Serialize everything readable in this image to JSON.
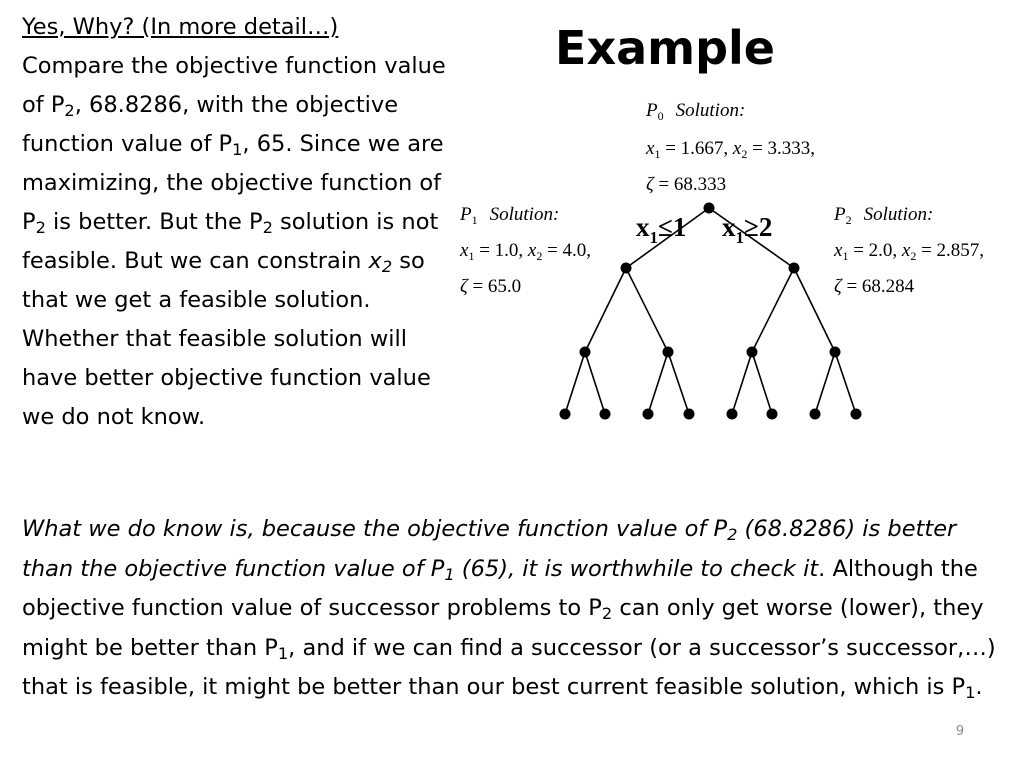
{
  "slide": {
    "title": "Example",
    "page_number": "9",
    "left_text": {
      "heading": "Yes, Why? (In more detail…)",
      "p1": "Compare the objective function value of P",
      "p1_sub": "2",
      "p2": ", 68.8286, with the objective function value of P",
      "p2_sub": "1",
      "p3": ", 65. Since we are maximizing, the objective function of P",
      "p3_sub": "2",
      "p4": " is better. But the P",
      "p4_sub": "2",
      "p5": " solution is not feasible. But we can constrain ",
      "p5_var": "x",
      "p5_var_sub": "2",
      "p6": " so that we get a feasible solution. Whether that  feasible solution will have better objective function value we do not know."
    },
    "bottom_text": {
      "i1": "What we do know is, because the objective function value of P",
      "i1_sub": "2",
      "i2": " (68.8286) is better than the objective function value of P",
      "i2_sub": "1",
      "i3": " (65), it is worthwhile to check it",
      "n1": ". Although the objective function value of successor problems to P",
      "n1_sub": "2",
      "n2": " can only get worse (lower), they might be better than P",
      "n2_sub": "1",
      "n3": ", and if we can find a successor (or a successor’s successor,…) that is feasible, it might be better than our best current feasible solution, which is P",
      "n3_sub": "1",
      "n4": "."
    }
  },
  "tree": {
    "p0": {
      "name": "P",
      "name_sub": "0",
      "solution_label": "Solution:",
      "x1_label": "x",
      "x1_sub": "1",
      "x1_value": " = 1.667, ",
      "x2_label": "x",
      "x2_sub": "2",
      "x2_value": " = 3.333,",
      "zeta": "ζ",
      "zeta_value": " = 68.333"
    },
    "p1": {
      "name": "P",
      "name_sub": "1",
      "solution_label": "Solution:",
      "x1_label": "x",
      "x1_sub": "1",
      "x1_value": " = 1.0, ",
      "x2_label": "x",
      "x2_sub": "2",
      "x2_value": " = 4.0,",
      "zeta": "ζ",
      "zeta_value": " = 65.0"
    },
    "p2": {
      "name": "P",
      "name_sub": "2",
      "solution_label": "Solution:",
      "x1_label": "x",
      "x1_sub": "1",
      "x1_value": " = 2.0, ",
      "x2_label": "x",
      "x2_sub": "2",
      "x2_value": " = 2.857,",
      "zeta": "ζ",
      "zeta_value": " = 68.284"
    },
    "branch_left": {
      "var": "x",
      "sub": "1",
      "rel": "≤1"
    },
    "branch_right": {
      "var": "x",
      "sub": "1",
      "rel": "≥2"
    }
  }
}
